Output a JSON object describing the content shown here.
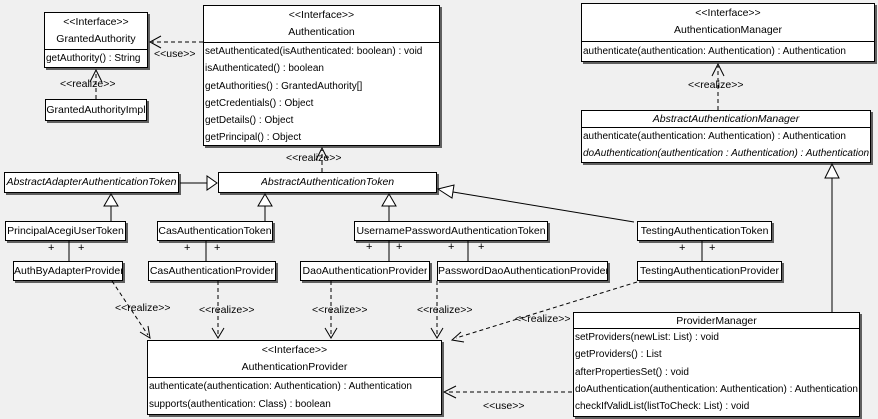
{
  "diagram_type": "uml-class-diagram",
  "labels": {
    "use": "<<use>>",
    "realize": "<<realize>>",
    "plus": "+"
  },
  "colors": {
    "background": "#f0f0f0",
    "box_fill": "#ffffff",
    "line": "#000000",
    "shadow": "#555555"
  },
  "classes": {
    "granted_authority": {
      "stereotype": "<<Interface>>",
      "name": "GrantedAuthority",
      "methods": [
        "getAuthority() : String"
      ]
    },
    "granted_authority_impl": {
      "name": "GrantedAuthorityImpl"
    },
    "authentication": {
      "stereotype": "<<Interface>>",
      "name": "Authentication",
      "methods": [
        "setAuthenticated(isAuthenticated: boolean) : void",
        "isAuthenticated() : boolean",
        "getAuthorities() : GrantedAuthority[]",
        "getCredentials() : Object",
        "getDetails() : Object",
        "getPrincipal() : Object"
      ]
    },
    "authentication_manager": {
      "stereotype": "<<Interface>>",
      "name": "AuthenticationManager",
      "methods": [
        "authenticate(authentication: Authentication) : Authentication"
      ]
    },
    "abstract_authentication_manager": {
      "name": "AbstractAuthenticationManager",
      "abstract": true,
      "methods": [
        "authenticate(authentication: Authentication) : Authentication",
        "doAuthentication(authentication : Authentication) : Authentication"
      ]
    },
    "abstract_adapter_authentication_token": {
      "name": "AbstractAdapterAuthenticationToken",
      "abstract": true
    },
    "abstract_authentication_token": {
      "name": "AbstractAuthenticationToken",
      "abstract": true
    },
    "principal_acegi_user_token": {
      "name": "PrincipalAcegiUserToken"
    },
    "cas_authentication_token": {
      "name": "CasAuthenticationToken"
    },
    "username_password_authentication_token": {
      "name": "UsernamePasswordAuthenticationToken"
    },
    "testing_authentication_token": {
      "name": "TestingAuthenticationToken"
    },
    "auth_by_adapter_provider": {
      "name": "AuthByAdapterProvider"
    },
    "cas_authentication_provider": {
      "name": "CasAuthenticationProvider"
    },
    "dao_authentication_provider": {
      "name": "DaoAuthenticationProvider"
    },
    "password_dao_authentication_provider": {
      "name": "PasswordDaoAuthenticationProvider"
    },
    "testing_authentication_provider": {
      "name": "TestingAuthenticationProvider"
    },
    "authentication_provider": {
      "stereotype": "<<Interface>>",
      "name": "AuthenticationProvider",
      "methods": [
        "authenticate(authentication: Authentication) : Authentication",
        "supports(authentication: Class) : boolean"
      ]
    },
    "provider_manager": {
      "name": "ProviderManager",
      "methods": [
        "setProviders(newList: List) : void",
        "getProviders() : List",
        "afterPropertiesSet() : void",
        "doAuthentication(authentication: Authentication) : Authentication",
        "checkIfValidList(listToCheck: List) : void"
      ]
    }
  },
  "relationships": [
    {
      "from": "Authentication",
      "to": "GrantedAuthority",
      "type": "use"
    },
    {
      "from": "GrantedAuthorityImpl",
      "to": "GrantedAuthority",
      "type": "realize"
    },
    {
      "from": "AbstractAuthenticationToken",
      "to": "Authentication",
      "type": "realize"
    },
    {
      "from": "AbstractAuthenticationManager",
      "to": "AuthenticationManager",
      "type": "realize"
    },
    {
      "from": "AbstractAdapterAuthenticationToken",
      "to": "AbstractAuthenticationToken",
      "type": "generalization"
    },
    {
      "from": "PrincipalAcegiUserToken",
      "to": "AbstractAdapterAuthenticationToken",
      "type": "generalization"
    },
    {
      "from": "CasAuthenticationToken",
      "to": "AbstractAuthenticationToken",
      "type": "generalization"
    },
    {
      "from": "UsernamePasswordAuthenticationToken",
      "to": "AbstractAuthenticationToken",
      "type": "generalization"
    },
    {
      "from": "TestingAuthenticationToken",
      "to": "AbstractAuthenticationToken",
      "type": "generalization"
    },
    {
      "from": "ProviderManager",
      "to": "AbstractAuthenticationManager",
      "type": "generalization"
    },
    {
      "from": "PrincipalAcegiUserToken",
      "to": "AuthByAdapterProvider",
      "type": "association",
      "end_labels": [
        "+",
        "+"
      ]
    },
    {
      "from": "CasAuthenticationToken",
      "to": "CasAuthenticationProvider",
      "type": "association",
      "end_labels": [
        "+",
        "+"
      ]
    },
    {
      "from": "UsernamePasswordAuthenticationToken",
      "to": "DaoAuthenticationProvider",
      "type": "association",
      "end_labels": [
        "+",
        "+"
      ]
    },
    {
      "from": "UsernamePasswordAuthenticationToken",
      "to": "PasswordDaoAuthenticationProvider",
      "type": "association",
      "end_labels": [
        "+",
        "+"
      ]
    },
    {
      "from": "TestingAuthenticationToken",
      "to": "TestingAuthenticationProvider",
      "type": "association",
      "end_labels": [
        "+",
        "+"
      ]
    },
    {
      "from": "AuthByAdapterProvider",
      "to": "AuthenticationProvider",
      "type": "realize"
    },
    {
      "from": "CasAuthenticationProvider",
      "to": "AuthenticationProvider",
      "type": "realize"
    },
    {
      "from": "DaoAuthenticationProvider",
      "to": "AuthenticationProvider",
      "type": "realize"
    },
    {
      "from": "PasswordDaoAuthenticationProvider",
      "to": "AuthenticationProvider",
      "type": "realize"
    },
    {
      "from": "TestingAuthenticationProvider",
      "to": "AuthenticationProvider",
      "type": "realize"
    },
    {
      "from": "ProviderManager",
      "to": "AuthenticationProvider",
      "type": "use"
    }
  ]
}
